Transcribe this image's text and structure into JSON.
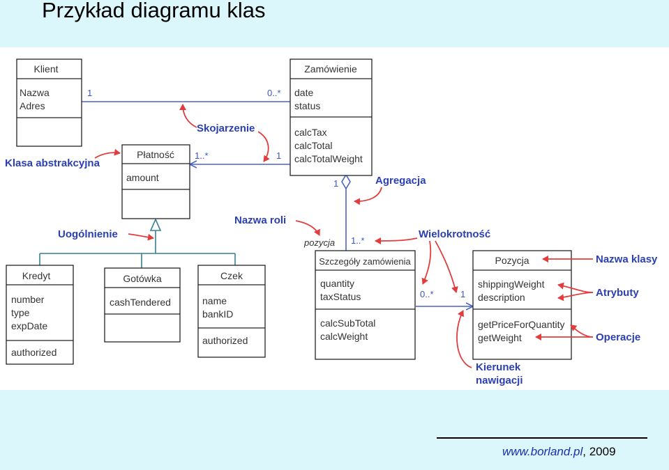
{
  "title": "Przykład diagramu klas",
  "classes": {
    "klient": {
      "name": "Klient",
      "attributes": [
        "Nazwa",
        "Adres"
      ],
      "operations": []
    },
    "zamowienie": {
      "name": "Zamówienie",
      "attributes": [
        "date",
        "status"
      ],
      "operations": [
        "calcTax",
        "calcTotal",
        "calcTotalWeight"
      ]
    },
    "platnosc": {
      "name": "Płatność",
      "attributes": [
        "amount"
      ],
      "operations": []
    },
    "kredyt": {
      "name": "Kredyt",
      "attributes": [
        "number",
        "type",
        "expDate"
      ],
      "operations": [
        "authorized"
      ]
    },
    "gotowka": {
      "name": "Gotówka",
      "attributes": [
        "cashTendered"
      ],
      "operations": []
    },
    "czek": {
      "name": "Czek",
      "attributes": [
        "name",
        "bankID"
      ],
      "operations": [
        "authorized"
      ]
    },
    "szczegoly": {
      "name": "Szczegóły zamówienia",
      "attributes": [
        "quantity",
        "taxStatus"
      ],
      "operations": [
        "calcSubTotal",
        "calcWeight"
      ]
    },
    "pozycja": {
      "name": "Pozycja",
      "attributes": [
        "shippingWeight",
        "description"
      ],
      "operations": [
        "getPriceForQuantity",
        "getWeight"
      ]
    }
  },
  "multiplicities": {
    "klient_end": "1",
    "zamowienie_end": "0..*",
    "platnosc_end": "1..*",
    "zamowienie_pay_end": "1",
    "agg_whole": "1",
    "agg_part": "1..*",
    "nav_from": "0..*",
    "nav_to": "1"
  },
  "role_name": "pozycja",
  "annotations": {
    "skojarzenie": "Skojarzenie",
    "klasa_abstrakcyjna": "Klasa abstrakcyjna",
    "agregacja": "Agregacja",
    "nazwa_roli": "Nazwa roli",
    "wielokrotnosc": "Wielokrotność",
    "uogolnienie": "Uogólnienie",
    "nazwa_klasy": "Nazwa klasy",
    "atrybuty": "Atrybuty",
    "operacje": "Operacje",
    "kierunek_1": "Kierunek",
    "kierunek_2": "nawigacji"
  },
  "footer": {
    "url": "www.borland.pl",
    "year": ", 2009"
  },
  "colors": {
    "annotation": "#2b3fb5",
    "arrow": "#e23c3c",
    "association": "#4a62c4",
    "background": "#dcf7fb"
  }
}
